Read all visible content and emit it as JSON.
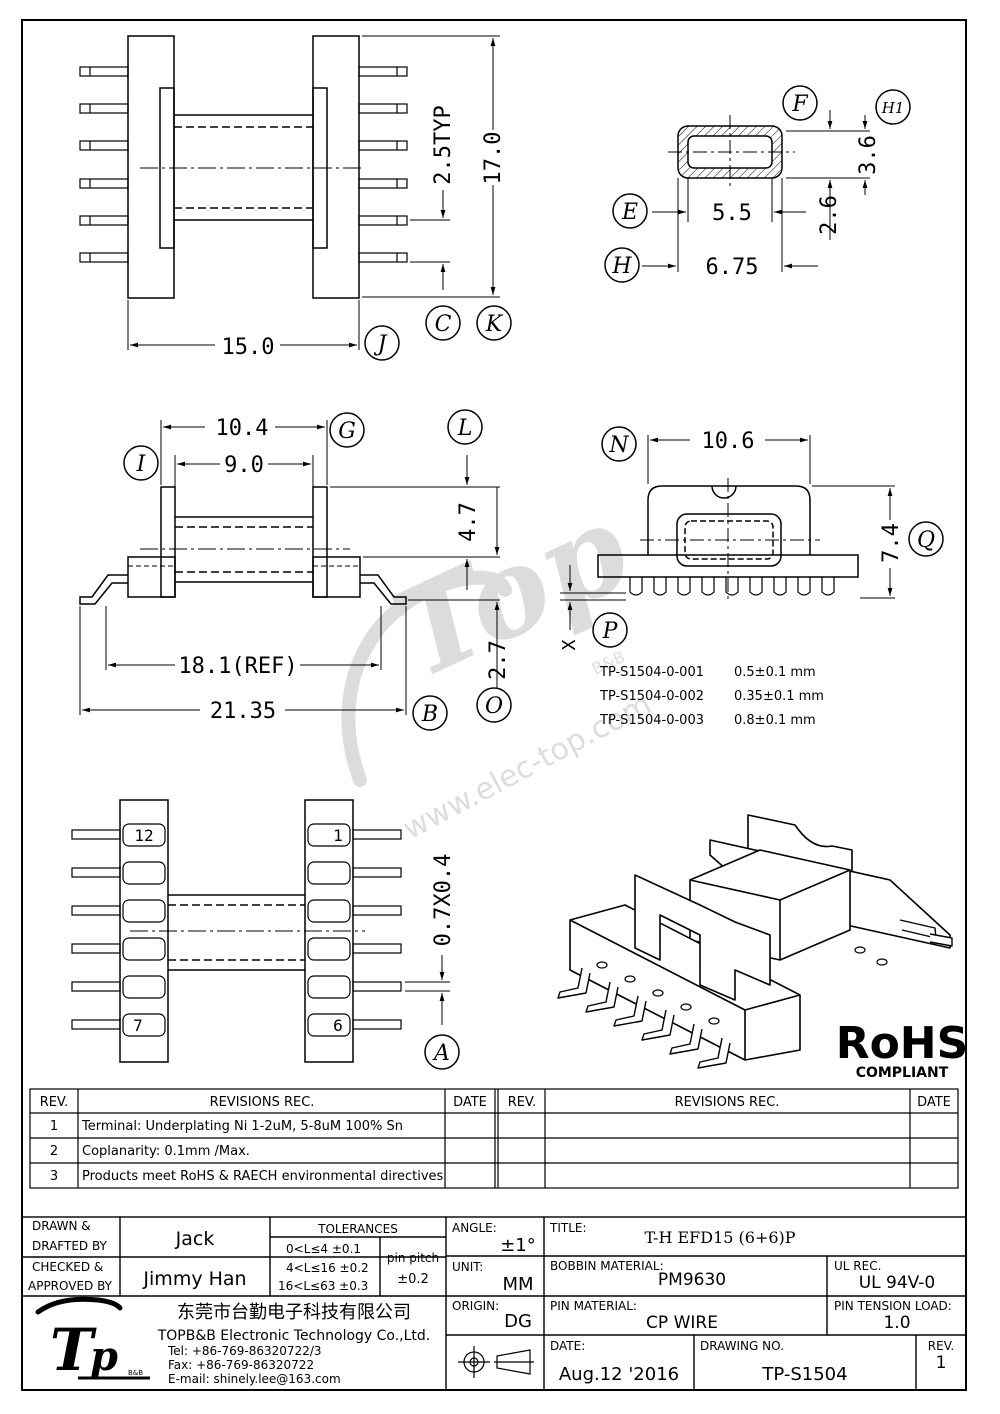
{
  "labels": {
    "J": "J",
    "C": "C",
    "K": "K",
    "F": "F",
    "H1": "H1",
    "E": "E",
    "H": "H",
    "G": "G",
    "I": "I",
    "L": "L",
    "N": "N",
    "Q": "Q",
    "P": "P",
    "B": "B",
    "O": "O",
    "A": "A"
  },
  "dims": {
    "d_15_0": "15.0",
    "d_2_5typ": "2.5TYP",
    "d_17_0": "17.0",
    "d_3_6": "3.6",
    "d_5_5": "5.5",
    "d_2_6": "2.6",
    "d_6_75": "6.75",
    "d_10_4": "10.4",
    "d_9_0": "9.0",
    "d_4_7": "4.7",
    "d_10_6": "10.6",
    "d_7_4": "7.4",
    "d_x": "X",
    "d_18_1": "18.1(REF)",
    "d_21_35": "21.35",
    "d_2_7": "2.7",
    "d_0_7x0_4": "0.7X0.4"
  },
  "pins": {
    "p12": "12",
    "p1": "1",
    "p7": "7",
    "p6": "6"
  },
  "variants": [
    {
      "part": "TP-S1504-0-001",
      "value": "0.5±0.1 mm"
    },
    {
      "part": "TP-S1504-0-002",
      "value": "0.35±0.1 mm"
    },
    {
      "part": "TP-S1504-0-003",
      "value": "0.8±0.1 mm"
    }
  ],
  "watermark": {
    "url": "www.elec-top.com",
    "mark": "Top",
    "sub": "B&B"
  },
  "rohs": {
    "line1": "RoHS",
    "line2": "COMPLIANT"
  },
  "revisions": {
    "headers": {
      "rev": "REV.",
      "rec": "REVISIONS    REC.",
      "date": "DATE"
    },
    "rows": [
      {
        "rev": "1",
        "text": "Terminal: Underplating Ni 1-2uM, 5-8uM 100% Sn"
      },
      {
        "rev": "2",
        "text": "Coplanarity: 0.1mm  /Max."
      },
      {
        "rev": "3",
        "text": "Products  meet  RoHS  &  RAECH  environmental  directives"
      }
    ]
  },
  "title_block": {
    "drawn_label1": "DRAWN  &",
    "drawn_label2": "DRAFTED  BY",
    "drawn_value": "Jack",
    "checked_label1": "CHECKED  &",
    "checked_label2": "APPROVED  BY",
    "checked_value": "Jimmy  Han",
    "tolerances_label": "TOLERANCES",
    "tol1": "0<L≤4    ±0.1",
    "tol2": "4<L≤16  ±0.2",
    "tol3": "16<L≤63  ±0.3",
    "pitch_label": "pin  pitch",
    "pitch_value": "±0.2",
    "angle_label": "ANGLE:",
    "angle_value": "±1°",
    "unit_label": "UNIT:",
    "unit_value": "MM",
    "origin_label": "ORIGIN:",
    "origin_value": "DG",
    "title_label": "TITLE:",
    "title_value": "T-H  EFD15  (6+6)P",
    "bobbin_label": "BOBBIN  MATERIAL:",
    "bobbin_value": "PM9630",
    "ul_label": "UL  REC.",
    "ul_value": "UL  94V-0",
    "pin_label": "PIN  MATERIAL:",
    "pin_value": "CP  WIRE",
    "tension_label": "PIN  TENSION  LOAD:",
    "tension_value": "1.0",
    "date_label": "DATE:",
    "date_value": "Aug.12  '2016",
    "drawing_label": "DRAWING  NO.",
    "drawing_value": "TP-S1504",
    "rev_label": "REV.",
    "rev_value": "1"
  },
  "company": {
    "name_cn": "东莞市台勤电子科技有限公司",
    "name_en": "TOPB&B  Electronic  Technology  Co.,Ltd.",
    "tel": "Tel: +86-769-86320722/3",
    "fax": "Fax: +86-769-86320722",
    "email": "E-mail: shinely.lee@163.com",
    "logo_sub": "B&B"
  }
}
